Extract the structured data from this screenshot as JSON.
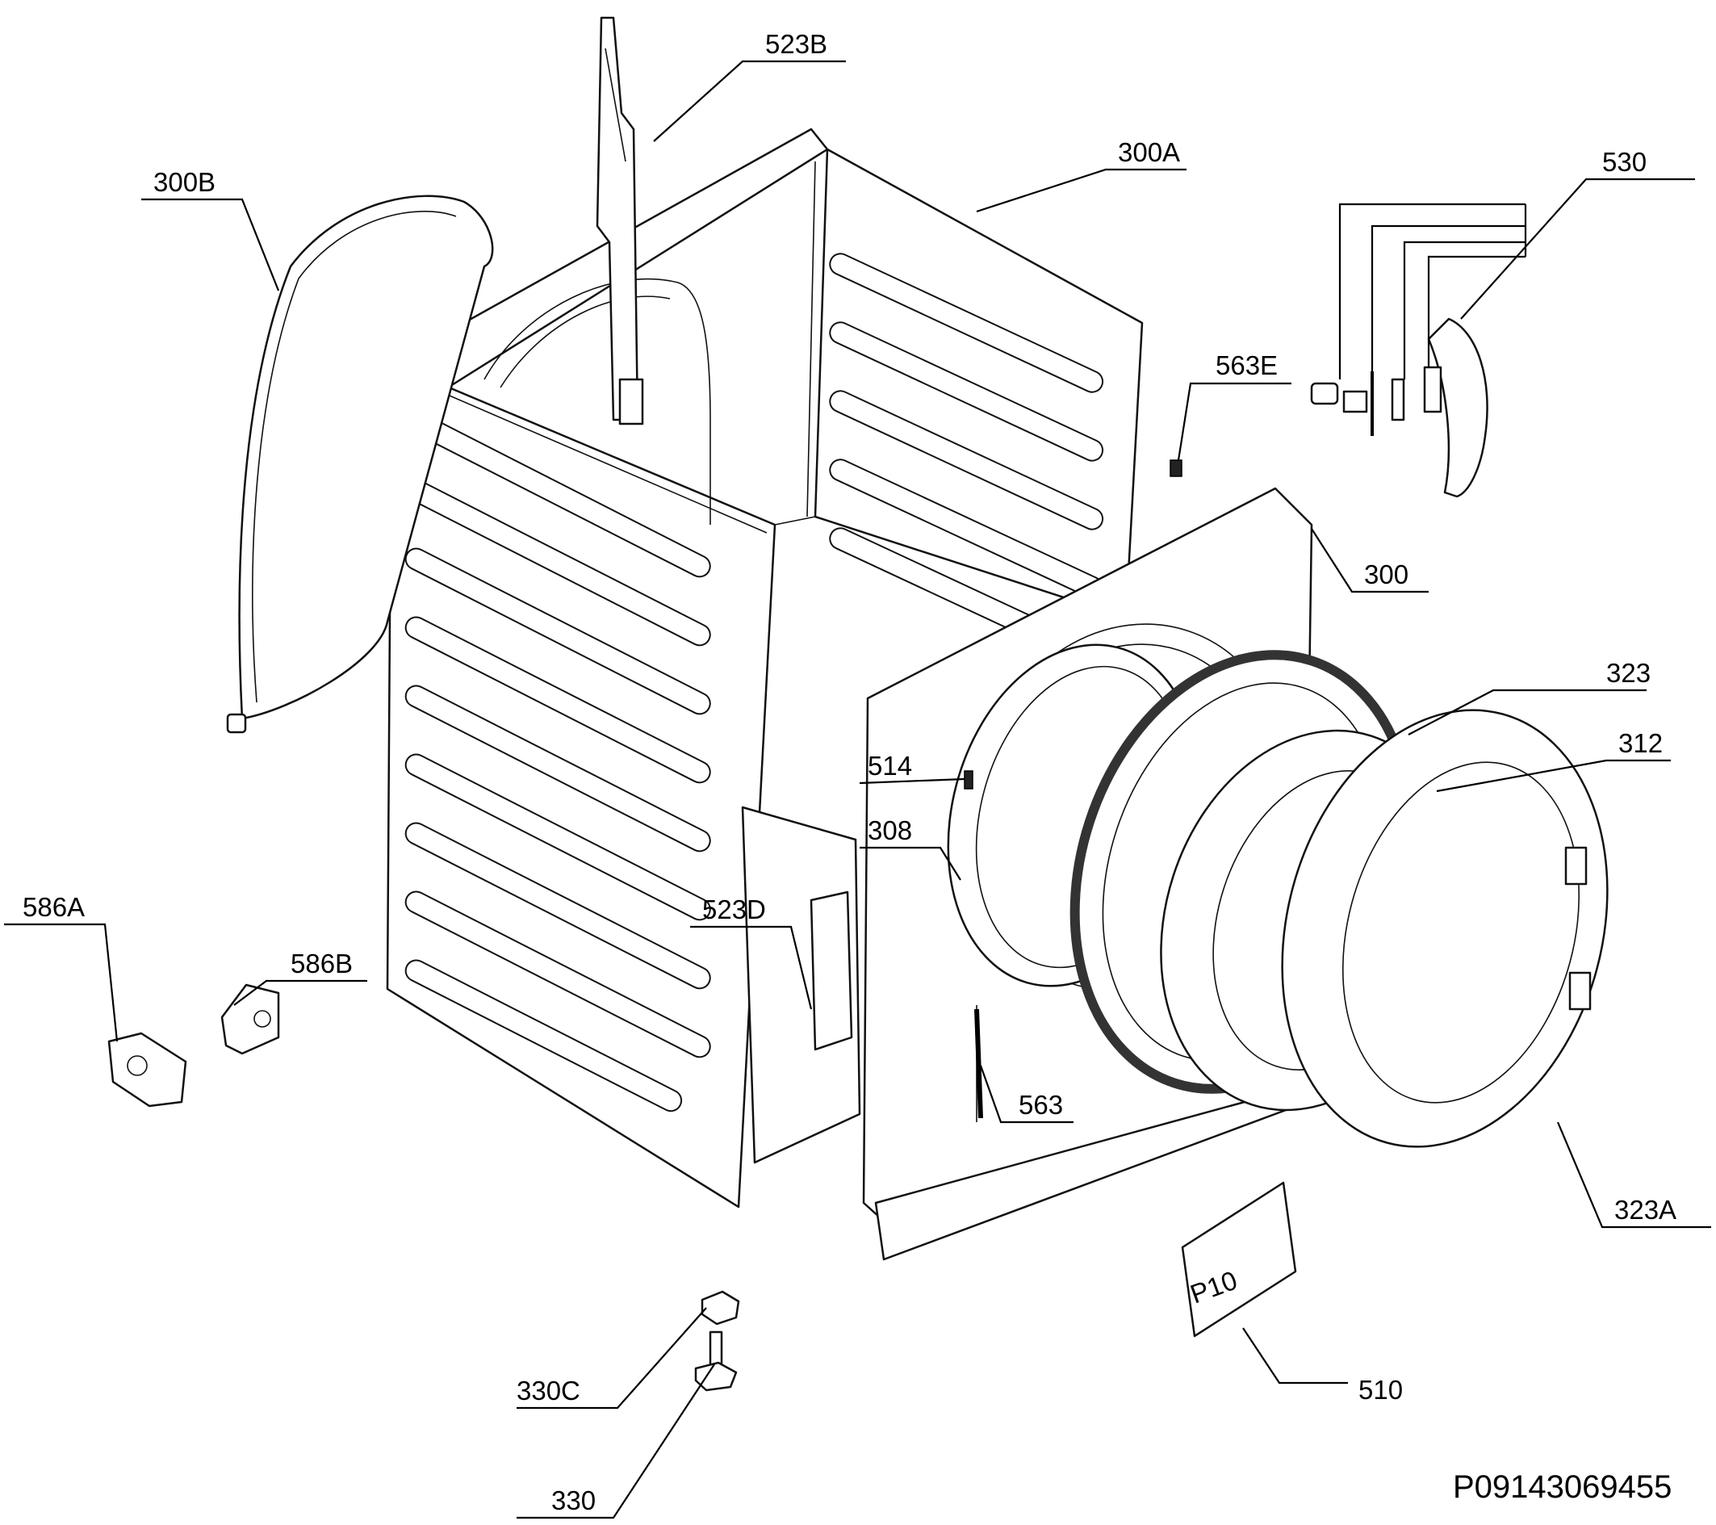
{
  "labels": {
    "l523B": "523B",
    "l300B": "300B",
    "l300A": "300A",
    "l530": "530",
    "l563E": "563E",
    "l300": "300",
    "l323": "323",
    "l312": "312",
    "l514": "514",
    "l308": "308",
    "l586A": "586A",
    "l523D": "523D",
    "l586B": "586B",
    "l563": "563",
    "l323A": "323A",
    "l330C": "330C",
    "l510": "510",
    "l330": "330"
  },
  "diagram_code": "P09143069455",
  "tag_text": "P10"
}
